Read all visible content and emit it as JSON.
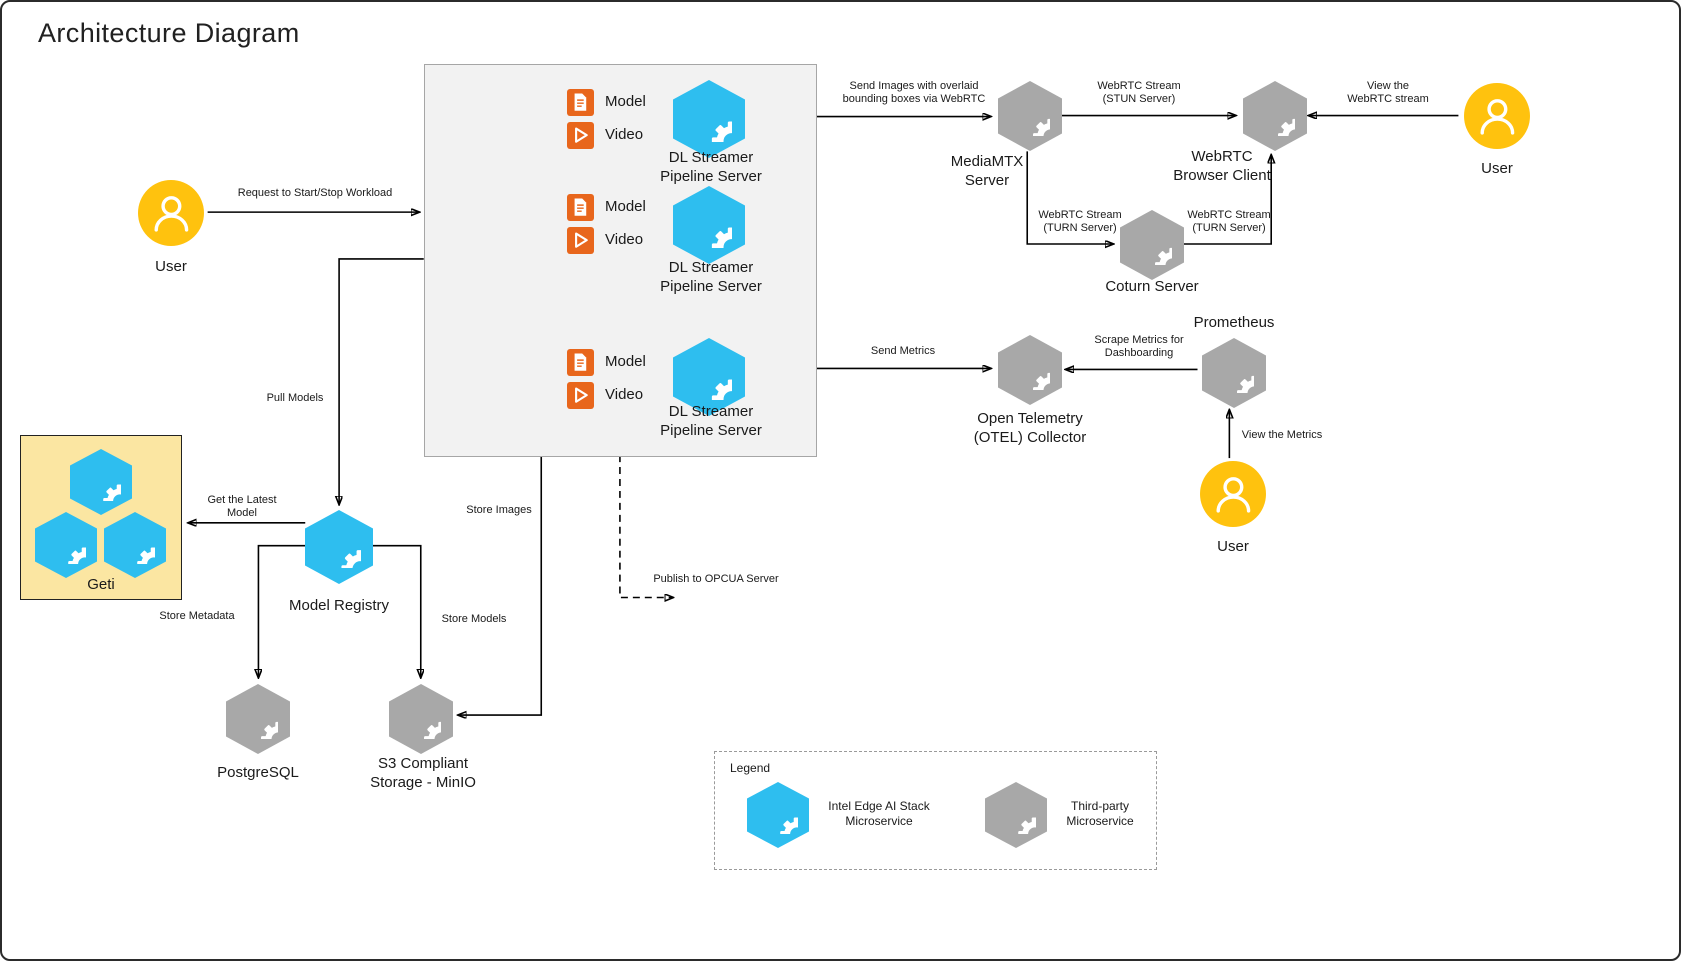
{
  "title": "Architecture Diagram",
  "colors": {
    "intel_blue": "#2EBEEF",
    "gray_node": "#A8A8A8",
    "user_yellow": "#FFC20E",
    "orange_icon": "#E8661C",
    "geti_bg": "#FBE6A2",
    "box_bg": "#F2F2F2",
    "box_border": "#A6A6A6"
  },
  "pipelines": [
    {
      "model": "Model",
      "video": "Video",
      "label": "DL Streamer\nPipeline Server"
    },
    {
      "model": "Model",
      "video": "Video",
      "label": "DL Streamer\nPipeline Server"
    },
    {
      "model": "Model",
      "video": "Video",
      "label": "DL Streamer\nPipeline Server"
    }
  ],
  "nodes": {
    "user_left": "User",
    "user_top_right": "User",
    "user_bottom_right": "User",
    "mediamtx": "MediaMTX\nServer",
    "webrtc_client": "WebRTC\nBrowser Client",
    "coturn": "Coturn Server",
    "otel": "Open Telemetry\n(OTEL) Collector",
    "prometheus": "Prometheus",
    "geti": "Geti",
    "model_registry": "Model Registry",
    "postgresql": "PostgreSQL",
    "s3": "S3 Compliant\nStorage - MinIO"
  },
  "edges": {
    "request_workload": "Request to Start/Stop Workload",
    "send_images": "Send Images with overlaid\nbounding boxes via WebRTC",
    "stun_stream": "WebRTC Stream\n(STUN Server)",
    "view_stream": "View the\nWebRTC stream",
    "turn_stream_left": "WebRTC Stream\n(TURN Server)",
    "turn_stream_right": "WebRTC Stream\n(TURN Server)",
    "send_metrics": "Send Metrics",
    "scrape_metrics": "Scrape Metrics for\nDashboarding",
    "view_metrics": "View the Metrics",
    "pull_models": "Pull Models",
    "get_latest_model": "Get the Latest\nModel",
    "store_metadata": "Store Metadata",
    "store_models": "Store Models",
    "store_images": "Store Images",
    "publish_opcua": "Publish to OPCUA Server"
  },
  "legend": {
    "title": "Legend",
    "intel_item": "Intel Edge AI Stack\nMicroservice",
    "third_party_item": "Third-party\nMicroservice"
  }
}
